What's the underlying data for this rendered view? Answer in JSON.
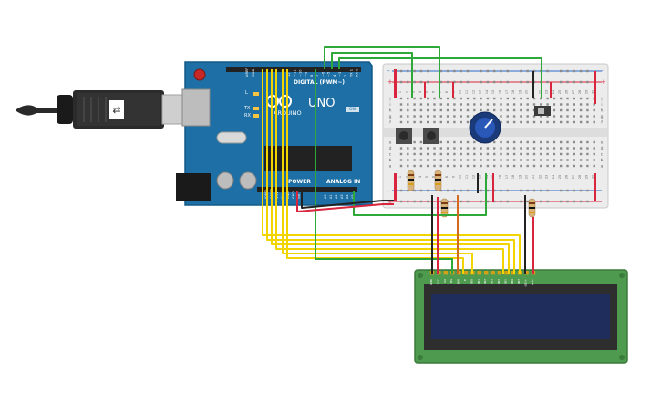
{
  "arduino": {
    "logo_text": "ARDUINO",
    "model": "UNO",
    "digital_label": "DIGITAL (PWM~)",
    "power_label": "POWER",
    "analog_label": "ANALOG IN",
    "aref_label": "AREF",
    "gnd_label": "GND",
    "l_label": "L",
    "tx_label": "TX",
    "rx_label": "RX",
    "on_label": "ON",
    "digital_pins": [
      "13",
      "12",
      "~11",
      "~10",
      "~9",
      "8",
      "7",
      "~6",
      "~5",
      "4",
      "~3",
      "2",
      "TX 1",
      "RX 0"
    ],
    "power_pins": [
      "IOREF",
      "RESET",
      "3.3V",
      "5V",
      "GND",
      "GND",
      "Vin"
    ],
    "analog_pins": [
      "A0",
      "A1",
      "A2",
      "A3",
      "A4",
      "A5"
    ]
  },
  "breadboard": {
    "row_letters_top": [
      "j",
      "i",
      "h",
      "g",
      "f"
    ],
    "row_letters_bottom": [
      "e",
      "d",
      "c",
      "b",
      "a"
    ],
    "rail_plus": "+",
    "rail_minus": "-",
    "column_numbers": [
      "1",
      "2",
      "3",
      "4",
      "5",
      "6",
      "7",
      "8",
      "9",
      "10",
      "11",
      "12",
      "13",
      "14",
      "15",
      "16",
      "17",
      "18",
      "19",
      "20",
      "21",
      "22",
      "23",
      "24",
      "25",
      "26",
      "27",
      "28",
      "29",
      "30"
    ]
  },
  "lcd": {
    "pin_labels": [
      "GND",
      "VCC",
      "V0",
      "RS",
      "RW",
      "E",
      "DB0",
      "DB1",
      "DB2",
      "DB3",
      "DB4",
      "DB5",
      "DB6",
      "DB7",
      "LED+",
      "LED-"
    ]
  },
  "colors": {
    "board": "#1d6fa5",
    "breadboard": "#ececec",
    "lcd_pcb": "#4e9a4e",
    "lcd_screen": "#1f2d5c",
    "wire_yellow": "#f2d500",
    "wire_green": "#2fa83a",
    "wire_red": "#d7263d",
    "wire_black": "#222222"
  }
}
